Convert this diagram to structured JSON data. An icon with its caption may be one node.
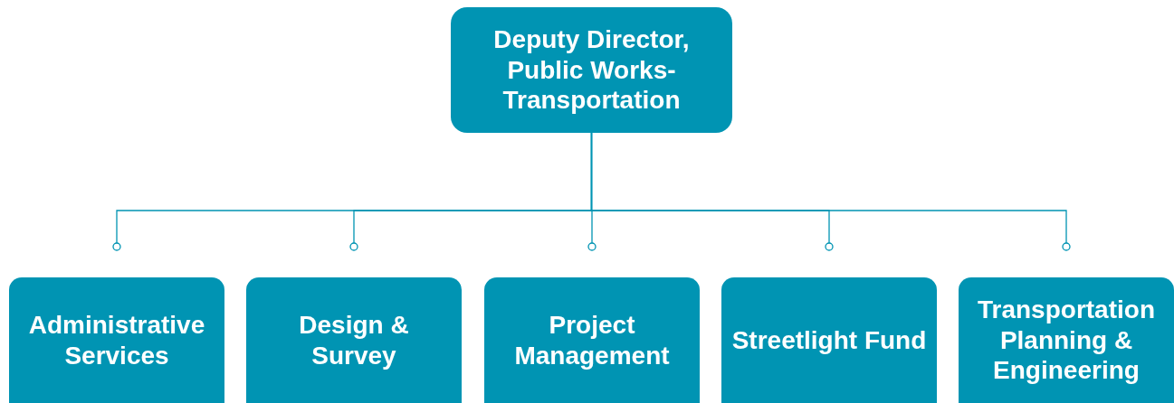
{
  "diagram": {
    "nodes": [
      {
        "text": [
          "Deputy Director, Public Works-Transportation"
        ]
      },
      {
        "text": [
          "Administrative Services"
        ]
      },
      {
        "text": [
          "Design & Survey"
        ]
      },
      {
        "text": [
          "Project Management"
        ]
      },
      {
        "text": [
          "Streetlight Fund"
        ]
      },
      {
        "text": [
          "Transportation Planning & Engineering"
        ]
      }
    ],
    "edges": [
      {
        "from": 0,
        "to": 1,
        "arrow": "other"
      },
      {
        "from": 0,
        "to": 2,
        "arrow": "other"
      },
      {
        "from": 0,
        "to": 3,
        "arrow": "other"
      },
      {
        "from": 0,
        "to": 4,
        "arrow": "other"
      },
      {
        "from": 0,
        "to": 5,
        "arrow": "other"
      }
    ]
  }
}
